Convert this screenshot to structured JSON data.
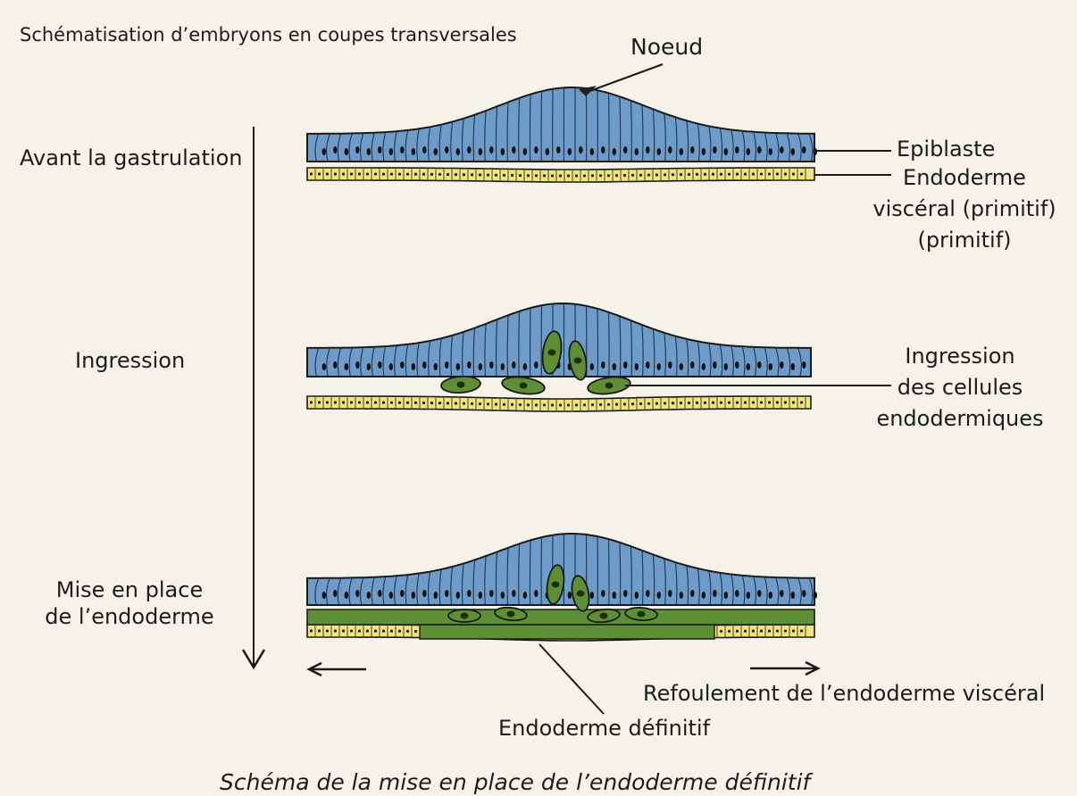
{
  "title": "Schématisation d’embryons en coupes transversales",
  "stages": [
    {
      "label": "Avant la gastrulation"
    },
    {
      "label": "Ingression"
    },
    {
      "label": "Mise en place\nde l’endoderme"
    }
  ],
  "labels": {
    "noeud": "Noeud",
    "epiblaste": "Epiblaste",
    "endoderme_visceral": "Endoderme\nviscéral (primitif)\n(primitif)",
    "ingression": "Ingression\ndes cellules\nendodermiques",
    "refoulement": "Refoulement de l’endoderme viscéral",
    "endoderme_definitif": "Endoderme définitif"
  },
  "caption": "Schéma de la mise en place de l’endoderme définitif",
  "colors": {
    "epiblast": "#6e9bc8",
    "visceral_endoderm": "#f0e47c",
    "definitive_endoderm": "#5f8f34",
    "cell_dark": "#4f7a2c",
    "outline": "#1a1a1a",
    "background": "#f4f2e9"
  }
}
